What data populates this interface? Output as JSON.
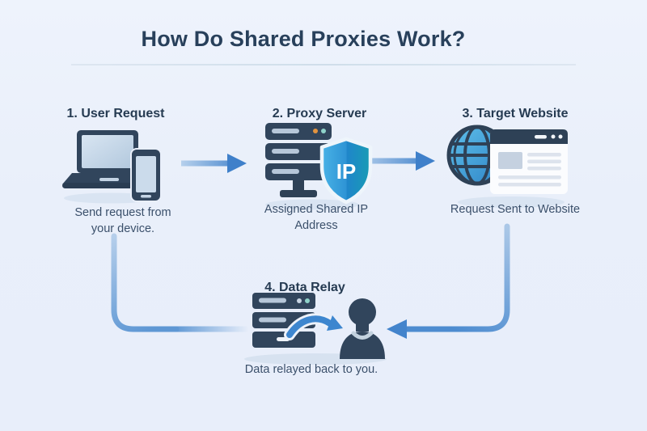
{
  "title": "How Do Shared Proxies Work?",
  "steps": [
    {
      "label": "1. User Request",
      "caption": "Send request from your device.",
      "icon": "laptop-phone-icon"
    },
    {
      "label": "2. Proxy Server",
      "caption": "Assigned Shared IP Address",
      "icon": "server-ip-shield-icon",
      "shield_text": "IP"
    },
    {
      "label": "3. Target Website",
      "caption": "Request Sent to Website",
      "icon": "globe-browser-icon"
    },
    {
      "label": "4. Data Relay",
      "caption": "Data relayed back to you.",
      "icon": "server-to-user-icon"
    }
  ],
  "connectors": [
    "arrow-step1-to-step2",
    "arrow-step2-to-step3",
    "line-step1-down-to-step4",
    "arrow-step3-down-to-step4"
  ],
  "colors": {
    "background": "#e9effa",
    "title_text": "#28405b",
    "body_text": "#3b506b",
    "icon_navy": "#31455c",
    "icon_light": "#c7d7e8",
    "arrow_blue": "#3f80ca",
    "arrow_fade": "#b6d0ec",
    "shield_left_blue": "#49b2e6",
    "shield_right_blue": "#1f86ca",
    "shield_teal": "#189cb4",
    "dot_orange": "#e2933f",
    "dot_teal": "#8fd2c9",
    "shadow": "#d9e4f2",
    "card_white": "#fbfcfe"
  }
}
